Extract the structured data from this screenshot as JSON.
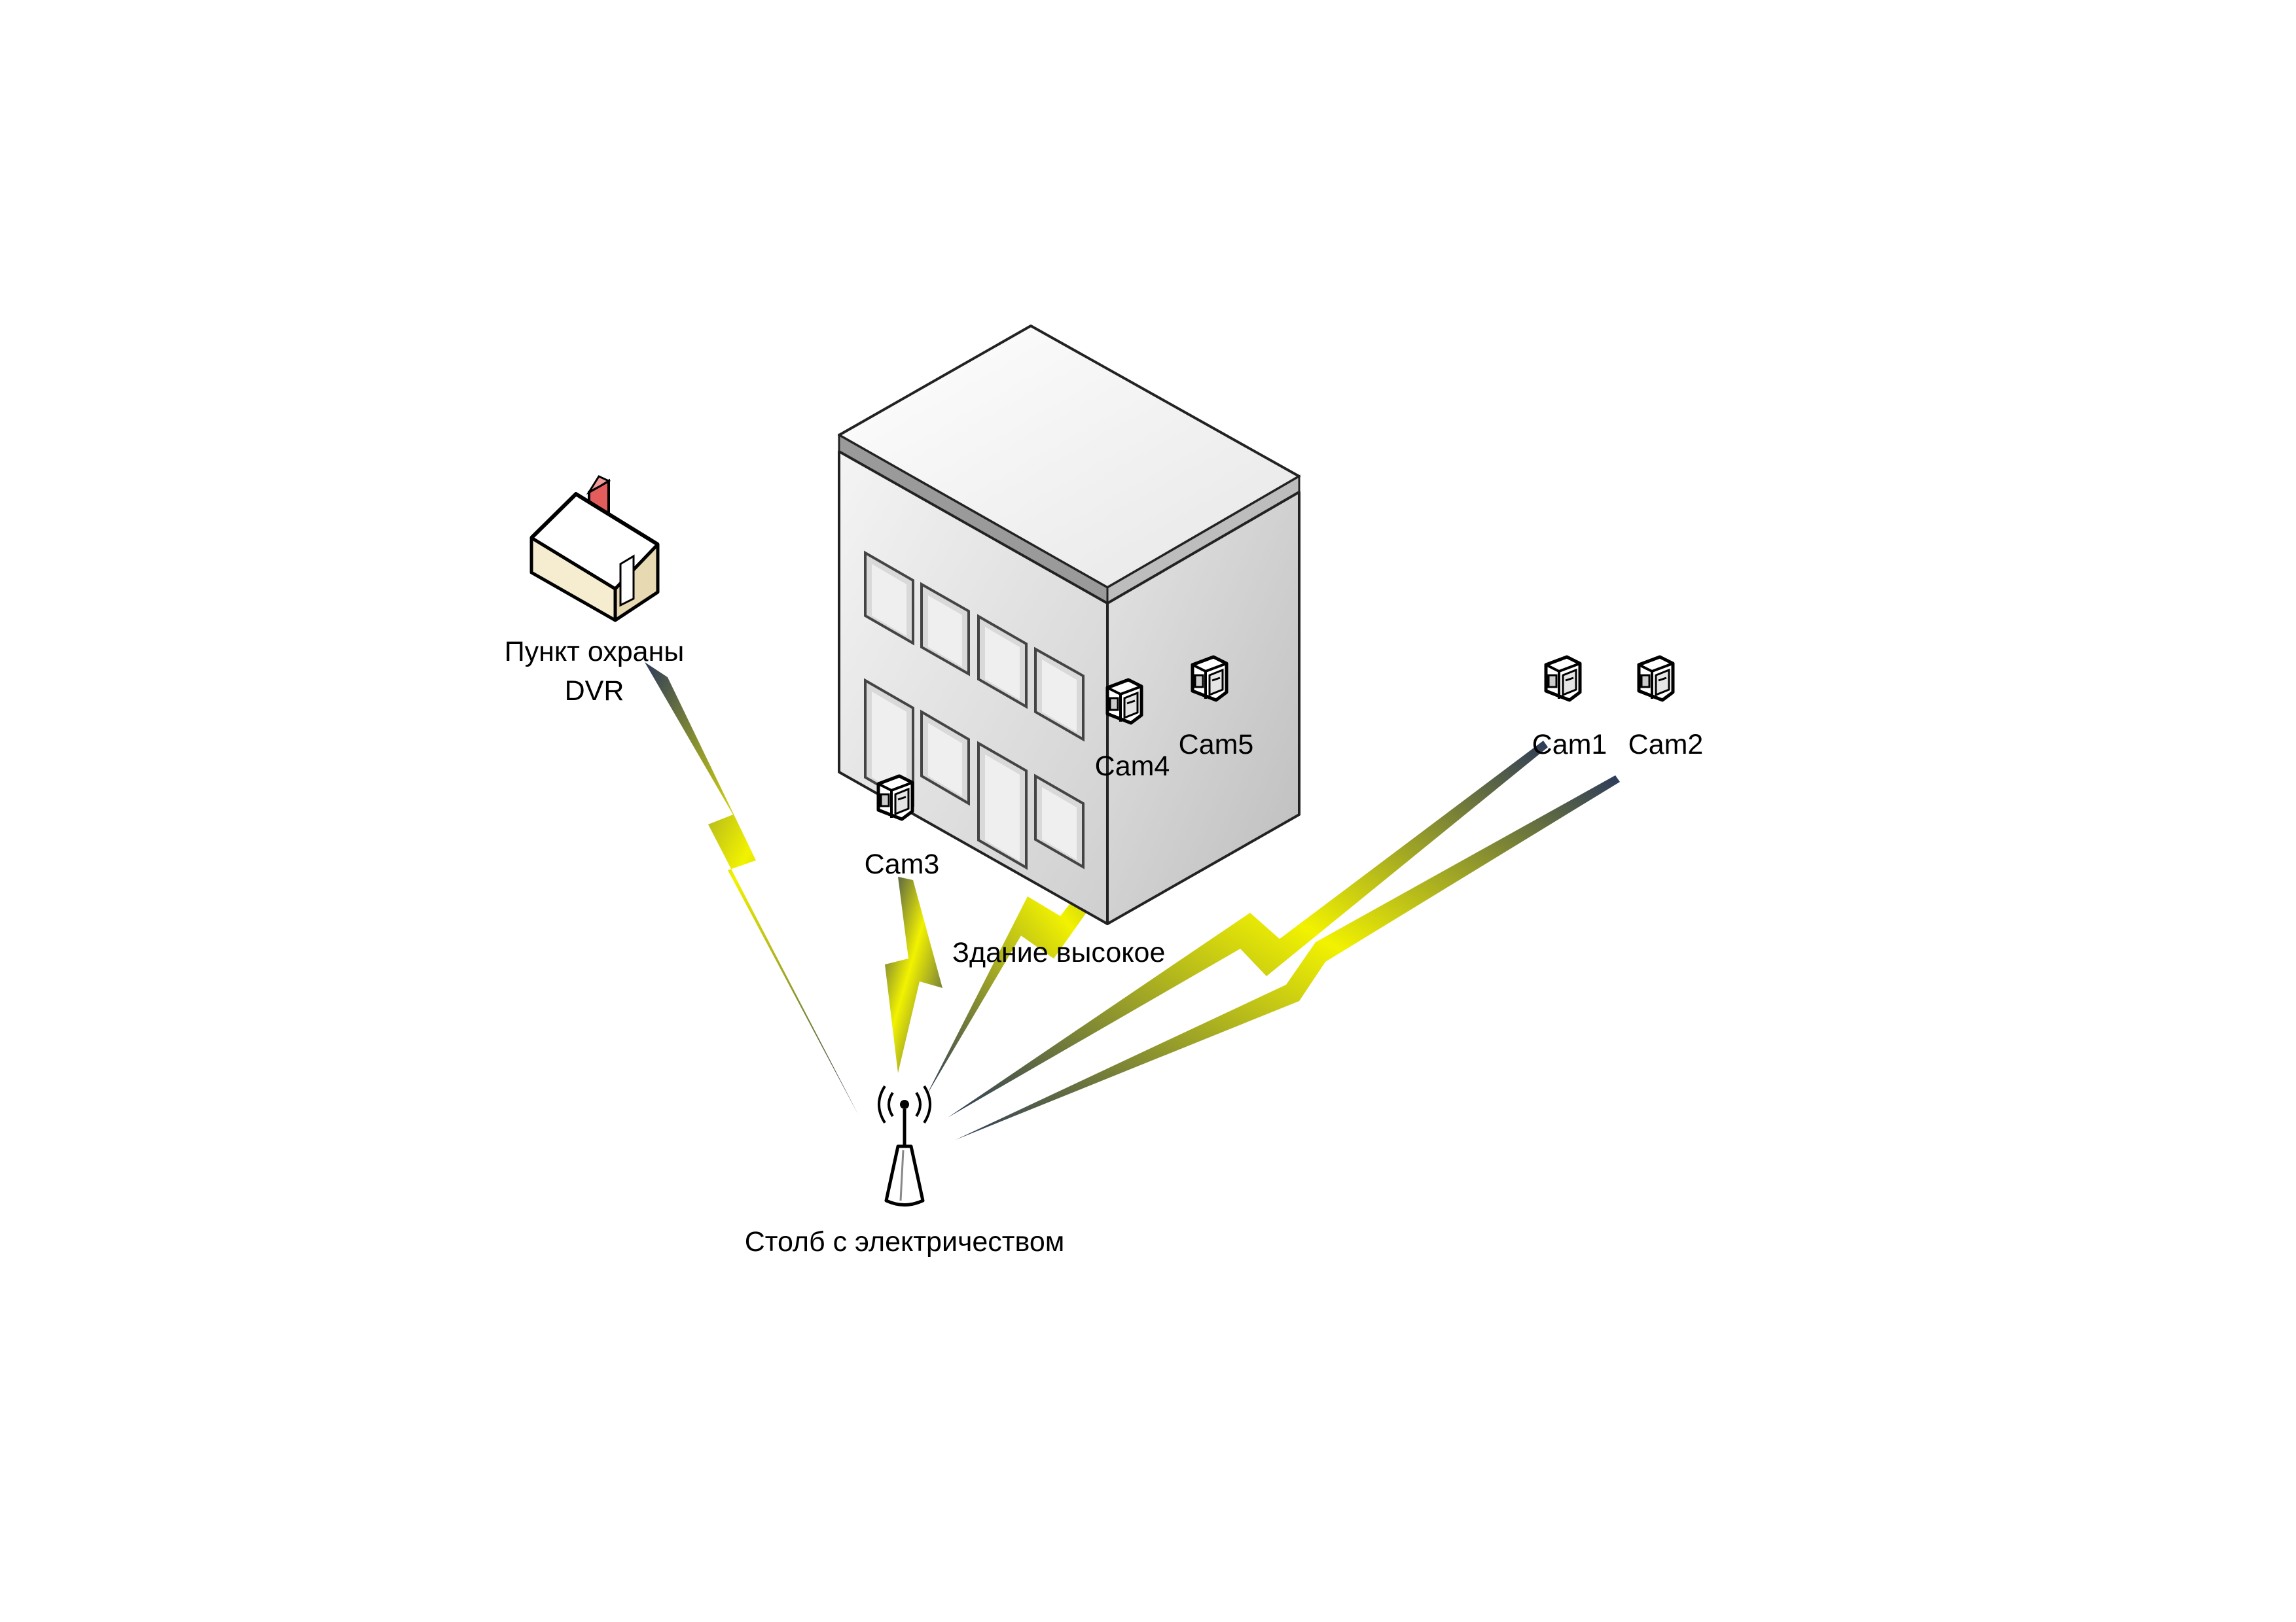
{
  "labels": {
    "guard_post_line1": "Пункт охраны",
    "guard_post_line2": "DVR",
    "building": "Здание высокое",
    "pole": "Столб с электричеством",
    "cam1": "Cam1",
    "cam2": "Cam2",
    "cam3": "Cam3",
    "cam4": "Cam4",
    "cam5": "Cam5"
  },
  "colors": {
    "bolt_yellow": "#f2f200",
    "bolt_dark": "#2c3a5a",
    "building_face_light": "#ececec",
    "building_face_side": "#d8d8d8",
    "house_wall": "#f6ecd0",
    "chimney": "#e35d5d"
  },
  "icons": {
    "guard_post": "house-icon",
    "building": "office-building-icon",
    "cameras": "cctv-camera-icon",
    "pole": "radio-tower-icon"
  }
}
